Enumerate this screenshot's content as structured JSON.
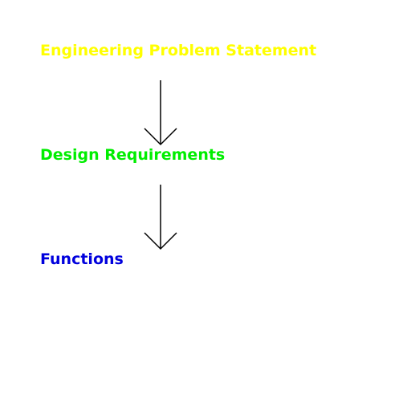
{
  "diagram": {
    "nodes": [
      {
        "label": "Engineering Problem Statement",
        "color": "#ffff00"
      },
      {
        "label": "Design Requirements",
        "color": "#00ee00"
      },
      {
        "label": "Functions",
        "color": "#0000dd"
      }
    ],
    "edges": [
      {
        "from": 0,
        "to": 1
      },
      {
        "from": 1,
        "to": 2
      }
    ],
    "arrow_color": "#000000"
  }
}
